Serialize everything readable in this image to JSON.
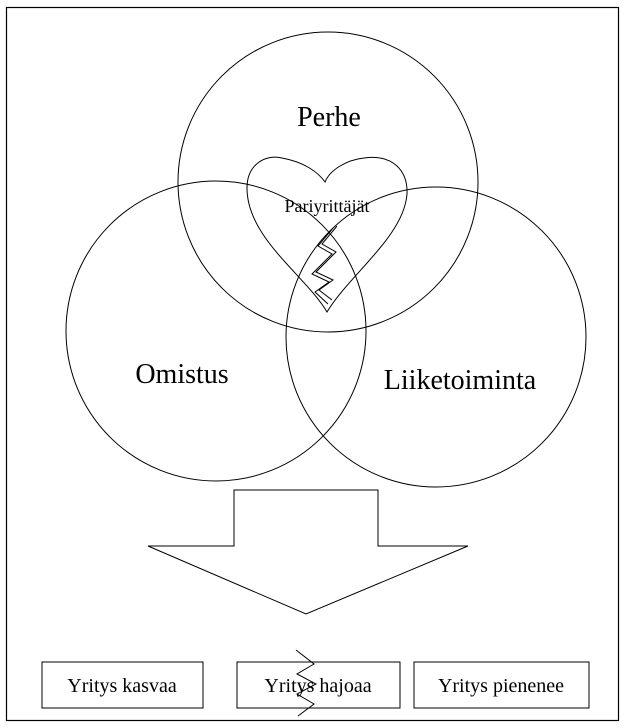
{
  "diagram": {
    "circles": {
      "perhe": "Perhe",
      "omistus": "Omistus",
      "liiketoiminta": "Liiketoiminta"
    },
    "heart_label": "Pariyrittäjät",
    "outcomes": [
      "Yritys kasvaa",
      "Yritys hajoaa",
      "Yritys pienenee"
    ]
  }
}
